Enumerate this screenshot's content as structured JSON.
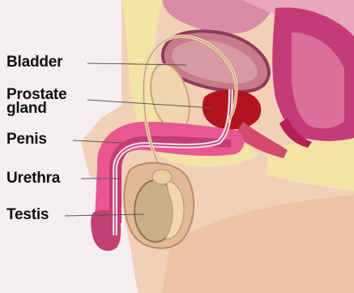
{
  "labels": {
    "bladder": "Bladder",
    "prostate_line1": "Prostate",
    "prostate_line2": "gland",
    "penis": "Penis",
    "urethra": "Urethra",
    "testis": "Testis"
  },
  "colors": {
    "skin": "#f2d0b8",
    "fat_yellow": "#f3e3a6",
    "bladder": "#c77a8c",
    "prostate": "#b1131f",
    "penis_pink": "#e8578f",
    "rectum": "#c53b77",
    "testis": "#c9b089",
    "background": "#f4eef2"
  }
}
